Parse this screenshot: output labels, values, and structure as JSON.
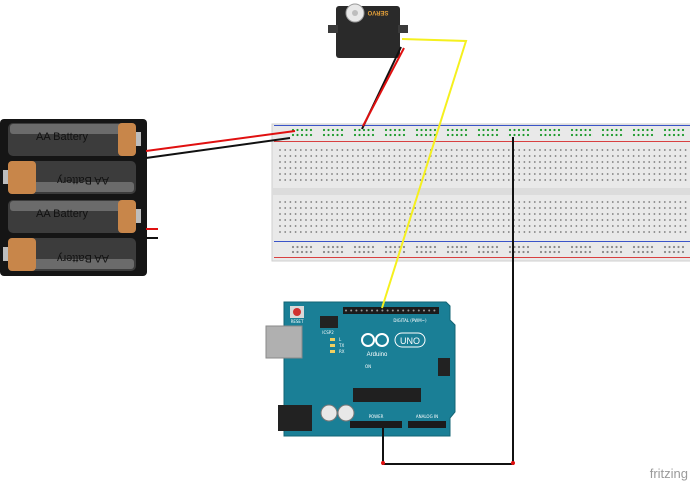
{
  "battery_pack": {
    "cells": [
      "AA Battery",
      "AA Battery",
      "AA Battery",
      "AA Battery"
    ]
  },
  "arduino": {
    "reset_label": "RESET",
    "icsp_label": "ICSP2",
    "digital_label": "DIGITAL (PWM~)",
    "brand_label": "Arduino",
    "model_label": "UNO",
    "tx_label": "TX",
    "rx_label": "RX",
    "l_label": "L",
    "on_label": "ON",
    "power_label": "POWER",
    "analog_label": "ANALOG IN"
  },
  "servo": {
    "label": "SERVO"
  },
  "watermark": "fritzing",
  "colors": {
    "wire_red": "#e01010",
    "wire_black": "#111111",
    "wire_yellow": "#f5f01e",
    "board_teal": "#1a7f96",
    "breadboard": "#e9e9e9",
    "rail_red": "#d84040",
    "rail_blue": "#3a54c8",
    "rail_dot": "#1a9a2a",
    "battery_copper": "#c8864a"
  }
}
